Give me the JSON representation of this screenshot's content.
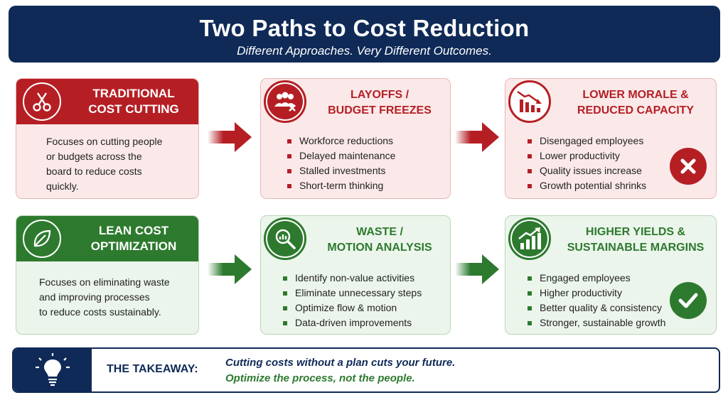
{
  "header": {
    "title": "Two Paths to Cost Reduction",
    "subtitle": "Different Approaches. Very Different Outcomes."
  },
  "traditional_path": {
    "start": {
      "title_line1": "TRADITIONAL",
      "title_line2": "COST CUTTING",
      "icon": "scissors-icon",
      "description": [
        "Focuses on cutting people",
        "or budgets across the",
        "board to reduce costs",
        "quickly."
      ]
    },
    "action": {
      "title_line1": "LAYOFFS /",
      "title_line2": "BUDGET FREEZES",
      "icon": "people-removed-icon",
      "items": [
        "Workforce reductions",
        "Delayed maintenance",
        "Stalled investments",
        "Short-term thinking"
      ]
    },
    "outcome": {
      "title_line1": "LOWER MORALE &",
      "title_line2": "REDUCED CAPACITY",
      "icon": "declining-chart-icon",
      "status_icon": "x-icon",
      "items": [
        "Disengaged employees",
        "Lower productivity",
        "Quality issues increase",
        "Growth potential shrinks"
      ]
    }
  },
  "lean_path": {
    "start": {
      "title_line1": "LEAN COST",
      "title_line2": "OPTIMIZATION",
      "icon": "leaf-icon",
      "description": [
        "Focuses on eliminating waste",
        "and improving processes",
        "to reduce costs sustainably."
      ]
    },
    "action": {
      "title_line1": "WASTE /",
      "title_line2": "MOTION ANALYSIS",
      "icon": "magnifier-chart-icon",
      "items": [
        "Identify non-value activities",
        "Eliminate unnecessary steps",
        "Optimize flow & motion",
        "Data-driven improvements"
      ]
    },
    "outcome": {
      "title_line1": "HIGHER YIELDS &",
      "title_line2": "SUSTAINABLE MARGINS",
      "icon": "rising-chart-icon",
      "status_icon": "check-icon",
      "items": [
        "Engaged employees",
        "Higher productivity",
        "Better quality & consistency",
        "Stronger, sustainable growth"
      ]
    }
  },
  "takeaway": {
    "icon": "lightbulb-icon",
    "label": "THE TAKEAWAY:",
    "line1": "Cutting costs without a plan cuts your future.",
    "line2": "Optimize the process, not the people."
  },
  "colors": {
    "navy": "#0f2a57",
    "red": "#b51f24",
    "green": "#2d7a2e",
    "red_bg": "#fbe9e9",
    "green_bg": "#ecf5ec"
  }
}
